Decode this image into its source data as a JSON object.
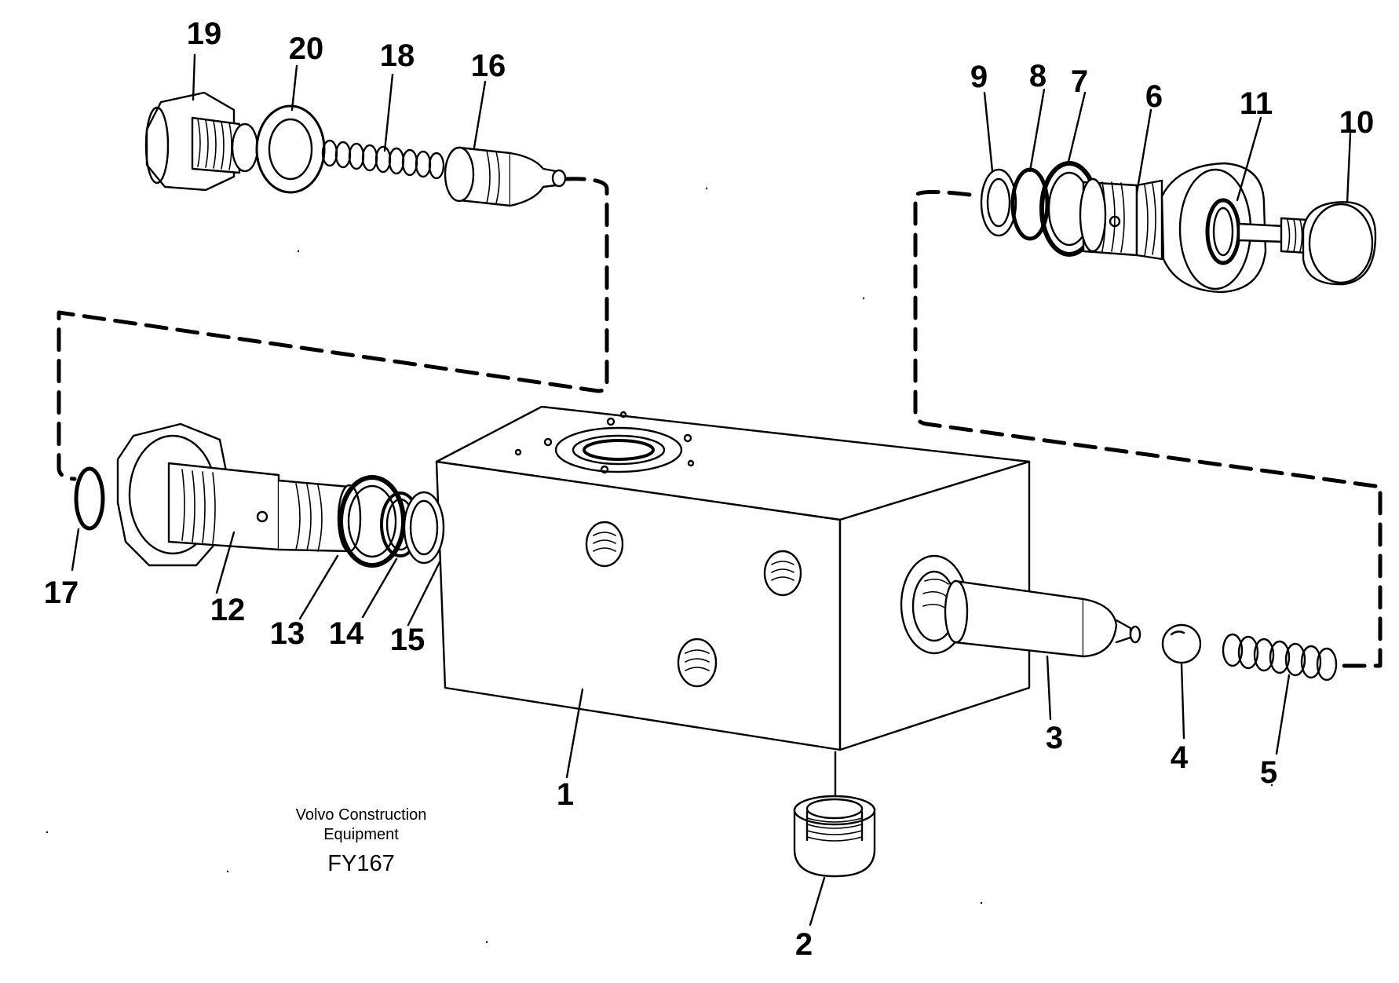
{
  "diagram": {
    "type": "exploded-parts-view",
    "callouts": [
      {
        "id": "1",
        "label": "1"
      },
      {
        "id": "2",
        "label": "2"
      },
      {
        "id": "3",
        "label": "3"
      },
      {
        "id": "4",
        "label": "4"
      },
      {
        "id": "5",
        "label": "5"
      },
      {
        "id": "6",
        "label": "6"
      },
      {
        "id": "7",
        "label": "7"
      },
      {
        "id": "8",
        "label": "8"
      },
      {
        "id": "9",
        "label": "9"
      },
      {
        "id": "10",
        "label": "10"
      },
      {
        "id": "11",
        "label": "11"
      },
      {
        "id": "12",
        "label": "12"
      },
      {
        "id": "13",
        "label": "13"
      },
      {
        "id": "14",
        "label": "14"
      },
      {
        "id": "15",
        "label": "15"
      },
      {
        "id": "16",
        "label": "16"
      },
      {
        "id": "17",
        "label": "17"
      },
      {
        "id": "18",
        "label": "18"
      },
      {
        "id": "19",
        "label": "19"
      },
      {
        "id": "20",
        "label": "20"
      }
    ],
    "footer": {
      "line1": "Volvo Construction",
      "line2": "Equipment",
      "code": "FY167"
    }
  }
}
